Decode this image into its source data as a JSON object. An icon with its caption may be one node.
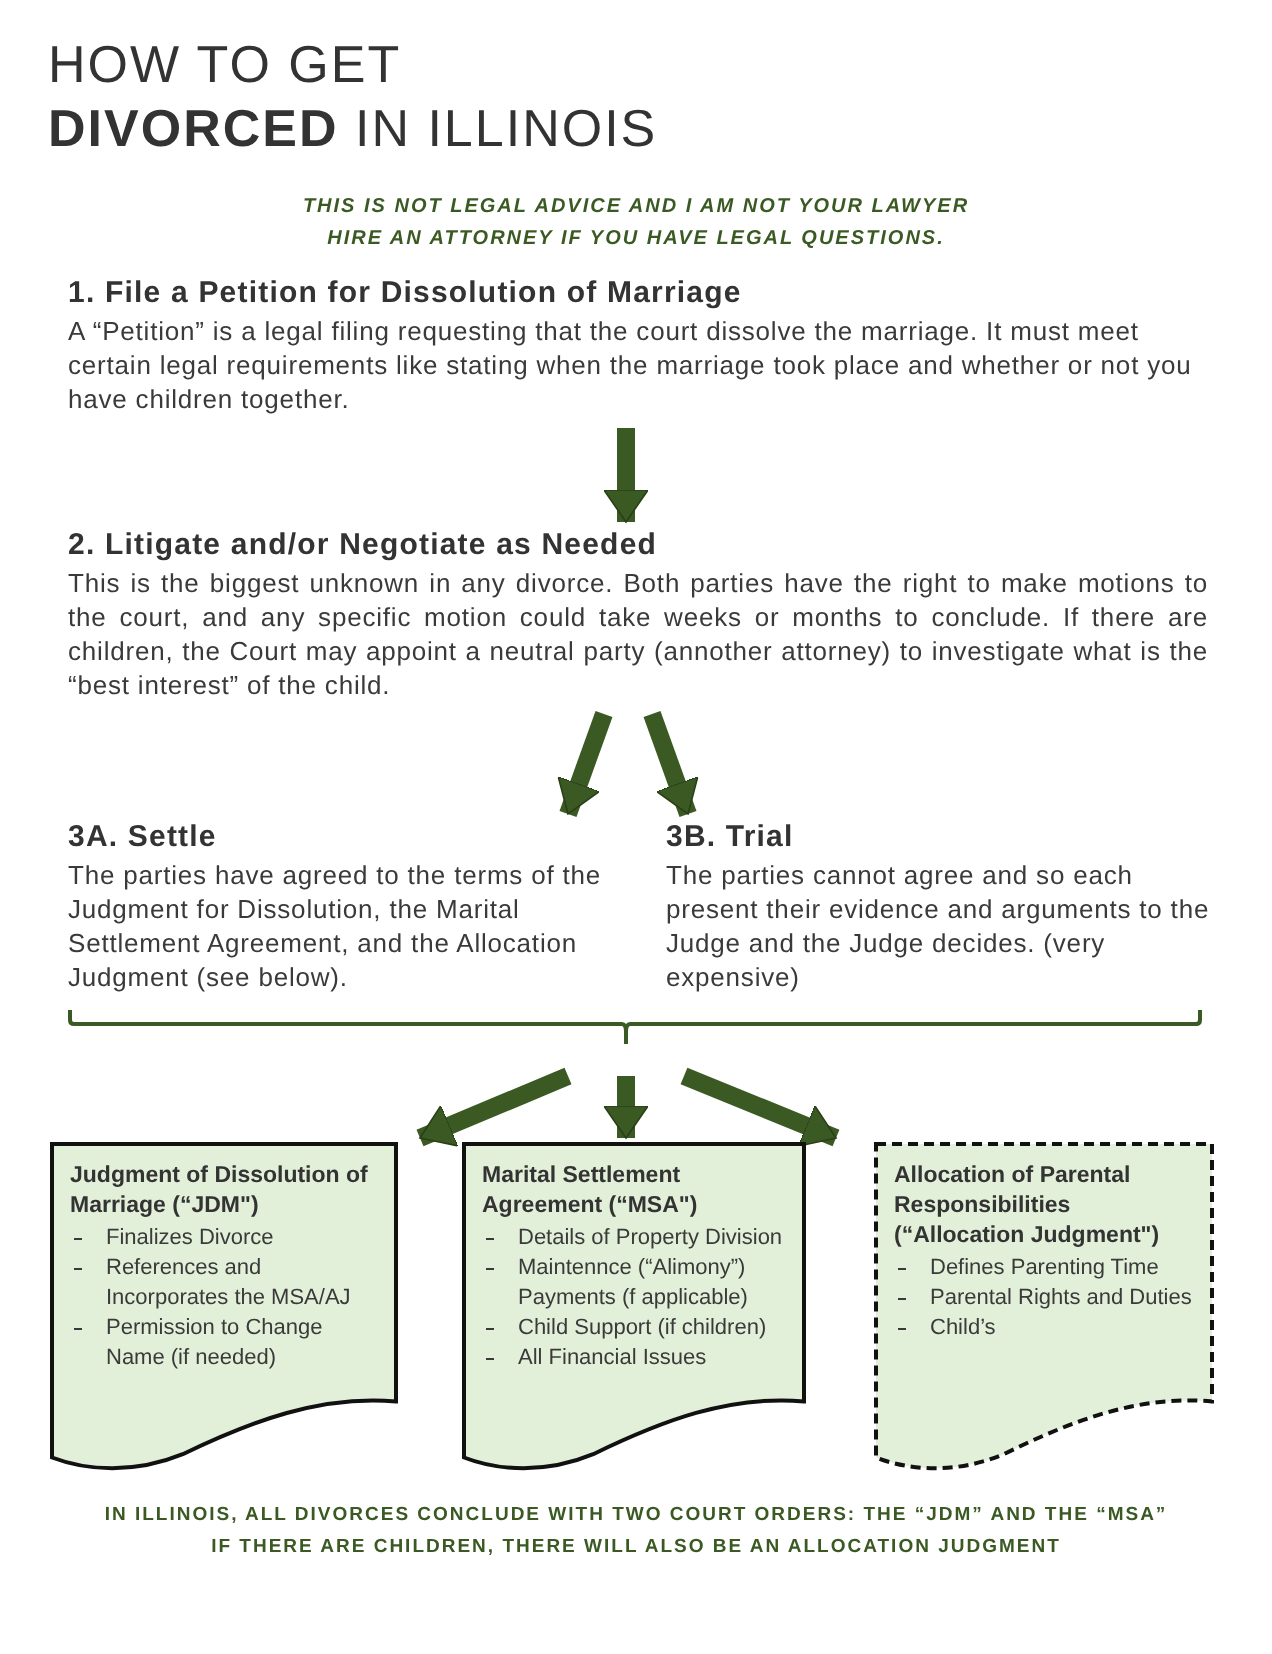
{
  "diagram": {
    "title": "HOW TO GET **DIVORCED** IN ILLINOIS",
    "nodes": [
      {
        "text": [
          "1. File a Petition for Dissolution of Marriage",
          "A “Petition” is a legal filing requesting that the court dissolve the marriage. It must meet certain legal requirements like stating when the marriage took place and whether or not you have children together."
        ]
      },
      {
        "text": [
          "2. Litigate and/or Negotiate as Needed",
          "This is the biggest unknown in any divorce. Both parties have the right to make motions to the court, and any specific motion could take weeks or months to conclude.  If there are children, the Court may appoint a neutral party (annother attorney) to investigate what is the “best interest” of the child."
        ]
      },
      {
        "text": [
          "3A. Settle",
          "The parties have agreed to the terms of the Judgment for Dissolution, the Marital Settlement Agreement, and the Allocation Judgment (see below)."
        ]
      },
      {
        "text": [
          "3B. Trial",
          "The parties cannot agree and so each present their evidence and arguments to the Judge and  the Judge decides. (very expensive)"
        ]
      },
      {
        "text": [
          "Judgment of Dissolution of Marriage (“JDM\")",
          "Finalizes Divorce",
          "References and Incorporates the MSA/AJ",
          "Permission to Change Name (if needed)"
        ]
      },
      {
        "text": [
          "Marital Settlement Agreement (“MSA\")",
          "Details of Property Division",
          "Maintennce (“Alimony”) Payments (f applicable)",
          "Child Support (if children)",
          "All Financial Issues"
        ]
      },
      {
        "text": [
          "Allocation of Parental Responsibilities (“Allocation Judgment\")",
          "Defines Parenting Time",
          "Parental Rights and Duties",
          "Child’s"
        ]
      }
    ],
    "edges": [
      {
        "from": 0,
        "to": 1,
        "arrow": "to"
      },
      {
        "from": 1,
        "to": 2,
        "arrow": "to"
      },
      {
        "from": 1,
        "to": 3,
        "arrow": "to"
      },
      {
        "from": null,
        "to": 4,
        "arrow": "to"
      },
      {
        "from": null,
        "to": 5,
        "arrow": "to"
      },
      {
        "from": null,
        "to": 6,
        "arrow": "to"
      }
    ],
    "labels": [
      "THIS IS NOT LEGAL ADVICE AND I AM NOT YOUR LAWYER",
      "HIRE AN ATTORNEY IF YOU HAVE LEGAL QUESTIONS.",
      "IN ILLINOIS, ALL DIVORCES CONCLUDE WITH TWO COURT ORDERS: THE “JDM” AND THE “MSA”",
      "IF THERE ARE CHILDREN, THERE WILL ALSO BE AN ALLOCATION JUDGMENT"
    ]
  }
}
